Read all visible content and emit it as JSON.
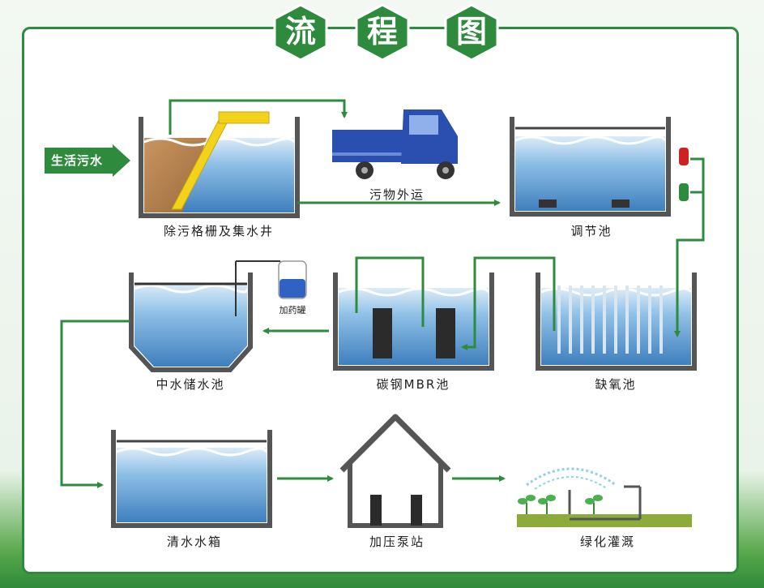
{
  "title": [
    "流",
    "程",
    "图"
  ],
  "inlet_label": "生活污水",
  "stages": {
    "screen_well": "除污格栅及集水井",
    "waste_transport": "污物外运",
    "regulating_tank": "调节池",
    "anoxic_tank": "缺氧池",
    "mbr_tank": "碳钢MBR池",
    "reclaimed_tank": "中水储水池",
    "dosing_tank": "加药罐",
    "clear_water_tank": "清水水箱",
    "pump_station": "加压泵站",
    "irrigation": "绿化灌溉"
  },
  "colors": {
    "brand_green": "#2e8b3e",
    "water_blue": "#5f9fd4",
    "truck_blue": "#2a4fb0",
    "screen_yellow": "#f2d21b"
  }
}
